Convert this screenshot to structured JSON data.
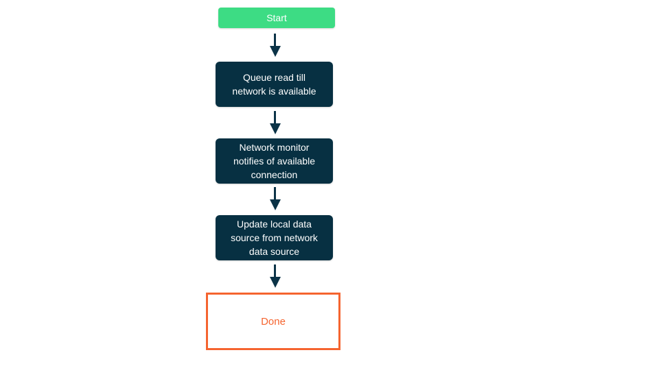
{
  "diagram": {
    "type": "flowchart",
    "direction": "top-down",
    "nodes": [
      {
        "id": "start",
        "kind": "start-terminal",
        "label": "Start"
      },
      {
        "id": "queue-read",
        "kind": "process",
        "label": "Queue read till\nnetwork is available"
      },
      {
        "id": "network-monitor",
        "kind": "process",
        "label": "Network monitor\nnotifies of available\nconnection"
      },
      {
        "id": "update-local-data",
        "kind": "process",
        "label": "Update local data\nsource from network\ndata source"
      },
      {
        "id": "done",
        "kind": "end-terminal",
        "label": "Done"
      }
    ],
    "edges": [
      {
        "from": "start",
        "to": "queue-read"
      },
      {
        "from": "queue-read",
        "to": "network-monitor"
      },
      {
        "from": "network-monitor",
        "to": "update-local-data"
      },
      {
        "from": "update-local-data",
        "to": "done"
      }
    ],
    "colors": {
      "start_fill": "#3ddc84",
      "process_fill": "#073042",
      "node_text": "#ffffff",
      "done_border": "#f5642f",
      "done_text": "#f5642f",
      "arrow": "#0b3347",
      "background": "#ffffff"
    }
  }
}
